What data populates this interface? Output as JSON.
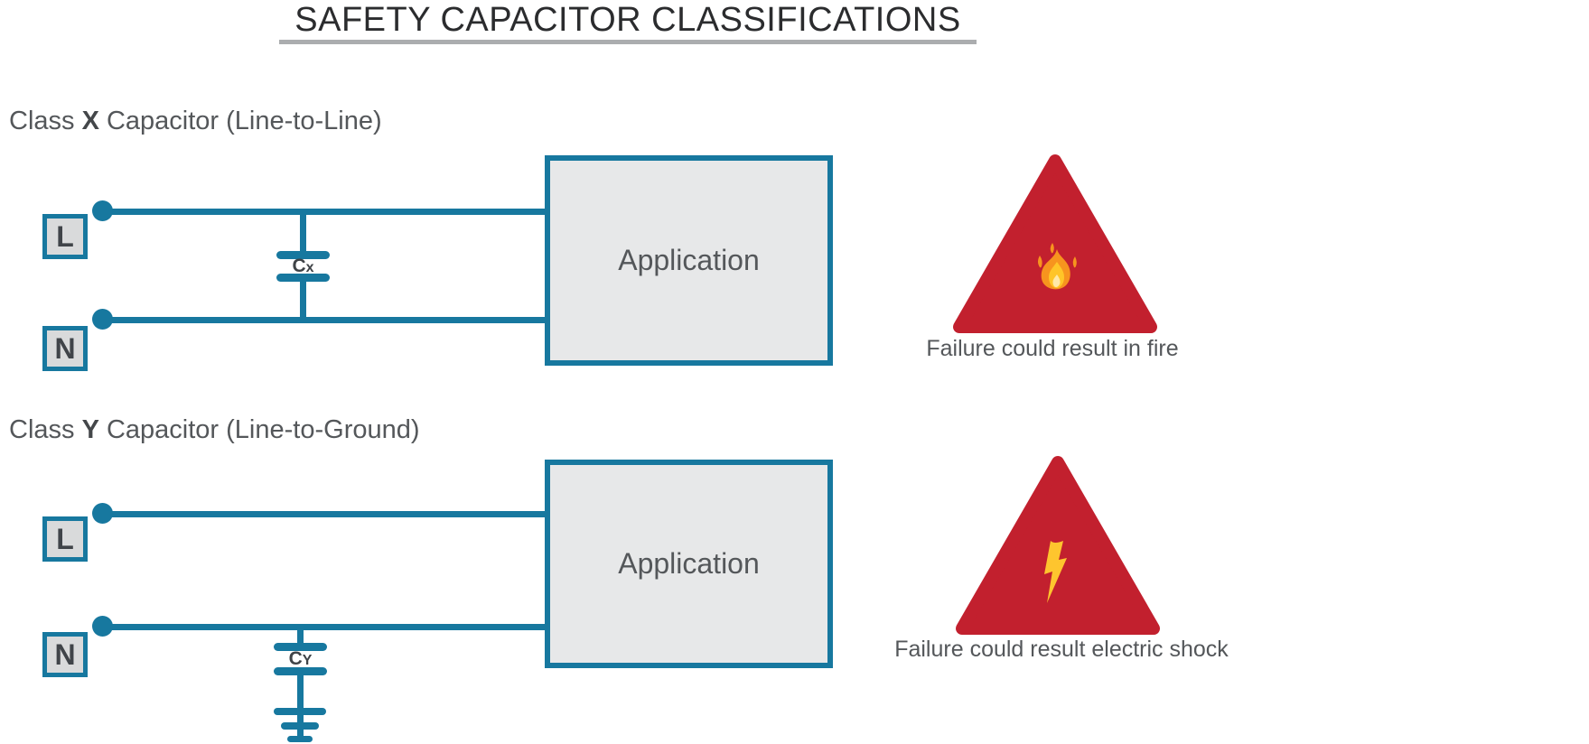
{
  "title": "SAFETY CAPACITOR CLASSIFICATIONS",
  "colors": {
    "accent_teal": "#17789f",
    "warning_red": "#c2202e",
    "flame_orange": "#f7941e",
    "flame_yellow": "#ffc528",
    "flame_core": "#ffe9a8",
    "bolt_yellow": "#fec52e",
    "terminal_fill": "#d9dadb",
    "application_fill": "#e7e8e9"
  },
  "class_x": {
    "label_prefix": "Class ",
    "label_emphasis": "X",
    "label_suffix": " Capacitor (Line-to-Line)",
    "live_terminal": "L",
    "neutral_terminal": "N",
    "capacitor_symbol": "C",
    "capacitor_subscript": "x",
    "application_label": "Application",
    "warning_caption": "Failure could result in fire"
  },
  "class_y": {
    "label_prefix": "Class ",
    "label_emphasis": "Y",
    "label_suffix": " Capacitor (Line-to-Ground)",
    "live_terminal": "L",
    "neutral_terminal": "N",
    "capacitor_symbol": "C",
    "capacitor_subscript": "Y",
    "application_label": "Application",
    "warning_caption": "Failure could result electric shock"
  }
}
